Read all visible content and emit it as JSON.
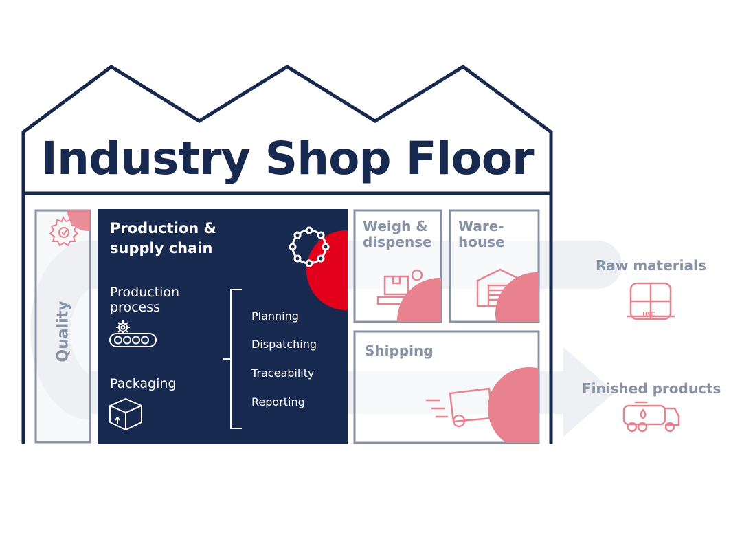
{
  "title": "Industry Shop Floor",
  "quality": {
    "label": "Quality"
  },
  "production": {
    "title": "Production & supply chain",
    "process_label": "Production process",
    "packaging_label": "Packaging",
    "steps": [
      "Planning",
      "Dispatching",
      "Traceability",
      "Reporting"
    ]
  },
  "areas": {
    "weigh": "Weigh & dispense",
    "warehouse": "Ware-house",
    "shipping": "Shipping"
  },
  "external": {
    "raw_materials": "Raw materials",
    "finished_products": "Finished products",
    "ibc_label": "IBC"
  },
  "colors": {
    "navy": "#17294f",
    "accent_red": "#e2001a",
    "soft_red": "#e8828f",
    "grey_box": "#8892a5",
    "flow_grey": "#eef0f4"
  }
}
